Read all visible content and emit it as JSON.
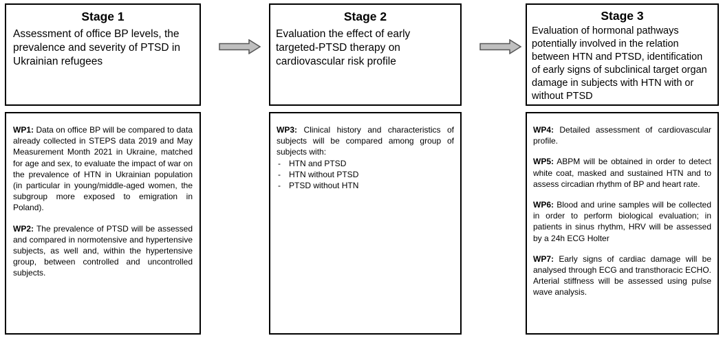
{
  "stages": [
    {
      "title": "Stage 1",
      "description": "Assessment of office BP levels,  the prevalence and severity of PTSD in Ukrainian refugees",
      "work_packages": [
        {
          "label": "WP1:",
          "text": " Data on office BP will be compared to data already collected in STEPS data 2019 and May Measurement Month 2021 in Ukraine, matched for age and sex, to evaluate the impact of war on the prevalence of HTN in Ukrainian population (in particular in young/middle-aged women, the subgroup more exposed to emigration in Poland)."
        },
        {
          "label": "WP2:",
          "text": " The prevalence of PTSD will be assessed and compared in normotensive and hypertensive subjects, as well and, within the hypertensive group, between controlled and uncontrolled subjects."
        }
      ]
    },
    {
      "title": "Stage 2",
      "description": "Evaluation the effect of early targeted-PTSD therapy on cardiovascular risk profile",
      "work_packages": [
        {
          "label": "WP3:",
          "text": " Clinical history and characteristics of subjects will be compared among group of subjects with:"
        }
      ],
      "groups": [
        "HTN and PTSD",
        "HTN without PTSD",
        "PTSD without HTN"
      ]
    },
    {
      "title": "Stage 3",
      "description": "Evaluation of hormonal pathways potentially involved in the relation between HTN and PTSD,  identification of early signs of subclinical target organ damage in subjects with HTN with or without PTSD",
      "work_packages": [
        {
          "label": "WP4:",
          "text": " Detailed assessment of cardiovascular profile."
        },
        {
          "label": "WP5:",
          "text": " ABPM will be obtained in order to detect white coat, masked and sustained HTN and to assess circadian rhythm of BP and heart rate."
        },
        {
          "label": "WP6:",
          "text": " Blood and urine samples will be collected in order to perform biological evaluation; in patients in sinus rhythm, HRV will be assessed by a 24h ECG Holter"
        },
        {
          "label": "WP7:",
          "text": " Early signs of cardiac damage will be analysed through ECG and transthoracic ECHO. Arterial stiffness will be assessed using pulse wave analysis."
        }
      ]
    }
  ],
  "colors": {
    "arrow_fill": "#bfbfbf",
    "arrow_stroke": "#555555",
    "border": "#000000"
  }
}
